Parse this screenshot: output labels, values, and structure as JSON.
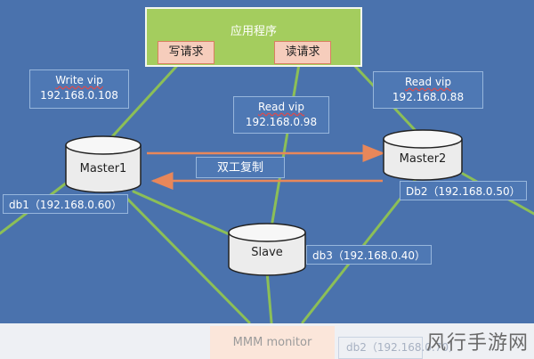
{
  "app": {
    "title": "应用程序",
    "write_button": "写请求",
    "read_button": "读请求"
  },
  "write_vip": {
    "title": "Write vip",
    "ip": "192.168.0.108"
  },
  "read_vip_center": {
    "title": "Read vip",
    "ip": "192.168.0.98"
  },
  "read_vip_right": {
    "title": "Read vip",
    "ip": "192.168.0.88"
  },
  "replication": {
    "label": "双工复制"
  },
  "master1": {
    "name": "Master1",
    "label": "db1（192.168.0.60）"
  },
  "master2": {
    "name": "Master2",
    "label": "Db2（192.168.0.50）"
  },
  "slave": {
    "name": "Slave",
    "label": "db3（192.168.0.40）"
  },
  "monitor": {
    "name": "MMM monitor",
    "label": "db2（192.168.0.70）"
  },
  "watermark": "风行手游网",
  "colors": {
    "background": "#4a72ad",
    "app_fill": "#a4cd5e",
    "link_line": "#8cbf57",
    "replication_arrow": "#e8875a",
    "button_fill": "#f6cdbc"
  }
}
